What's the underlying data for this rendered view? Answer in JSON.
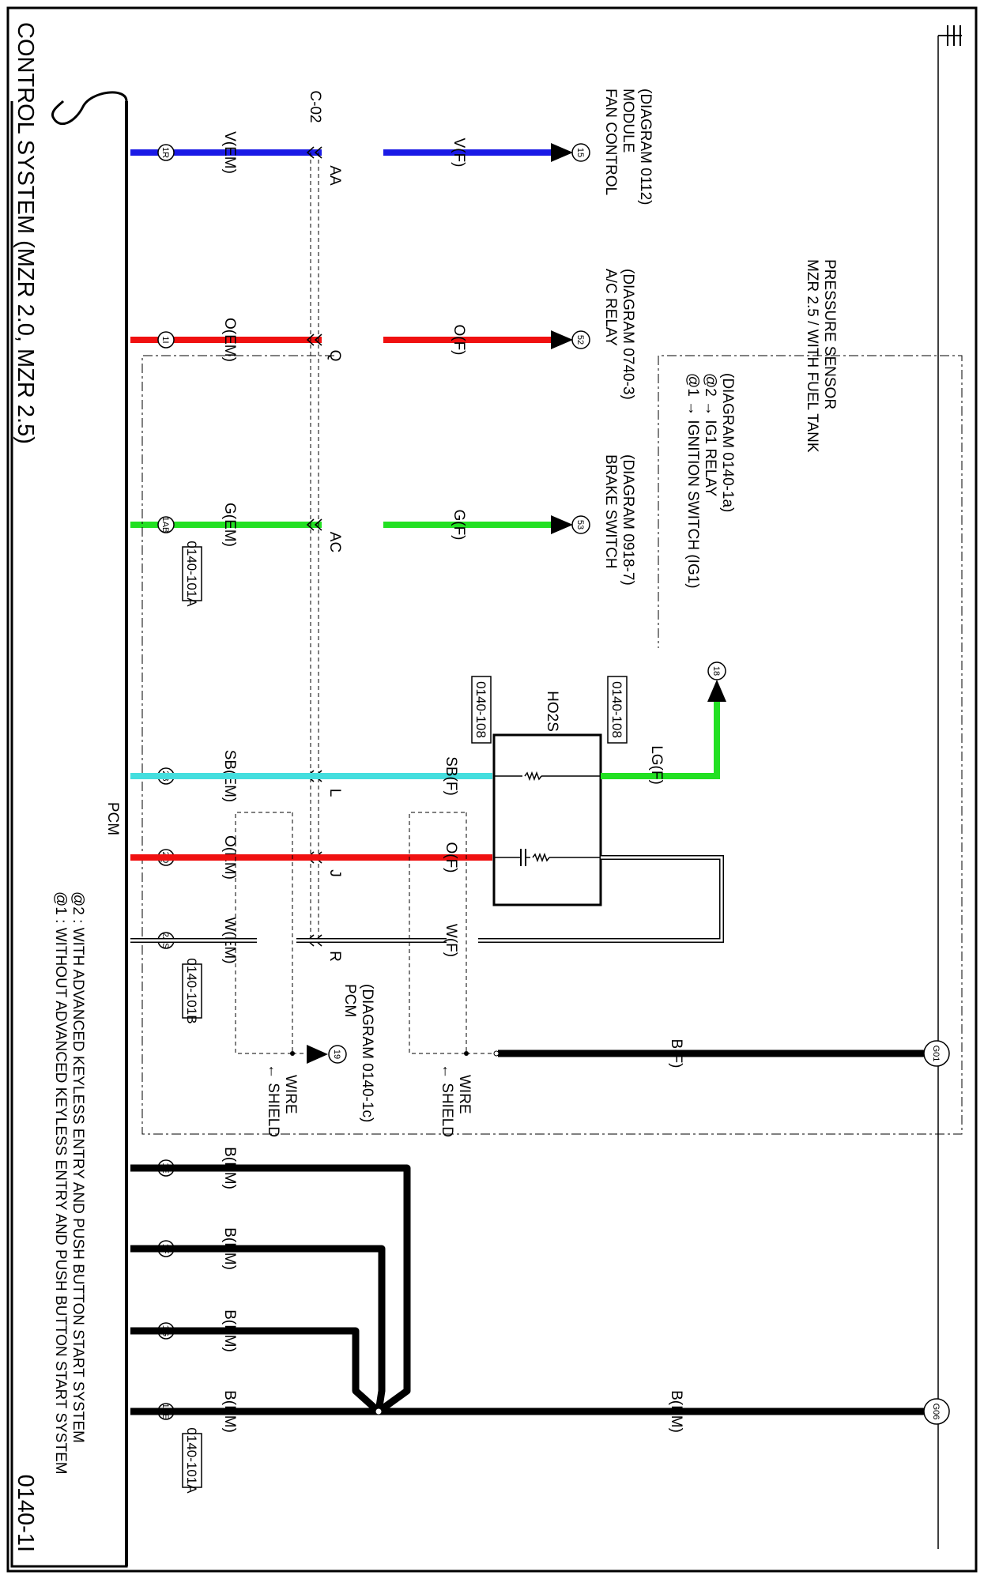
{
  "page": {
    "title": "CONTROL SYSTEM (MZR 2.0, MZR 2.5)",
    "page_number": "0140-1I",
    "notes": [
      "@1 : WITHOUT ADVANCED KEYLESS ENTRY AND PUSH BUTTON START SYSTEM",
      "@2 : WITH ADVANCED KEYLESS ENTRY AND PUSH BUTTON START SYSTEM"
    ]
  },
  "colors": {
    "blue_wire": "#1a1ae6",
    "red_wire": "#f01010",
    "green_wire": "#22e022",
    "cyan_wire": "#44dede",
    "black_wire": "#000000"
  },
  "pcm": {
    "label": "PCM",
    "connector_1": "0140-101A",
    "connector_2": "0140-101B",
    "connector_3": "0140-101A",
    "pins": [
      "1R",
      "1I",
      "1AB",
      "2B",
      "2Q",
      "2AS",
      "1E",
      "1F",
      "1G",
      "1BE"
    ]
  },
  "wires": {
    "em": [
      "V(EM)",
      "O(EM)",
      "G(EM)",
      "SB(EM)",
      "O(EM)",
      "W(EM)",
      "B(EM)",
      "B(EM)",
      "B(EM)",
      "B(EM)"
    ],
    "f": [
      "V(F)",
      "O(F)",
      "G(F)",
      "SB(F)",
      "O(F)",
      "W(F)",
      "B(F)",
      "LG(F)",
      "B(EM)"
    ]
  },
  "junction": {
    "connector": "C-02",
    "terminals": [
      "AA",
      "Q",
      "AC",
      "L",
      "J",
      "R"
    ]
  },
  "destinations": {
    "fan": {
      "ref": "15",
      "lines": [
        "FAN CONTROL",
        "MODULE",
        "(DIAGRAM 0112)"
      ]
    },
    "ac": {
      "ref": "52",
      "lines": [
        "A/C RELAY",
        "(DIAGRAM 0740-3)"
      ]
    },
    "brake": {
      "ref": "53",
      "lines": [
        "BRAKE SWITCH",
        "(DIAGRAM 0918-7)"
      ]
    },
    "ign": {
      "ref": "18",
      "lines": [
        "@1 → IGNITION SWITCH (IG1)",
        "@2 → IG1 RELAY",
        "(DIAGRAM 0140-1a)"
      ]
    },
    "pcm_ref": {
      "ref": "19",
      "lines": [
        "PCM",
        "(DIAGRAM 0140-1c)"
      ]
    }
  },
  "ho2s": {
    "label": "HO2S",
    "connector_a": "0140-108",
    "connector_b": "0140-108"
  },
  "shield": [
    "← SHIELD",
    "WIRE"
  ],
  "option_box": [
    "MZR 2.5 / WITH FUEL TANK",
    "PRESSURE SENSOR"
  ],
  "grounds": [
    "G01",
    "G06"
  ]
}
